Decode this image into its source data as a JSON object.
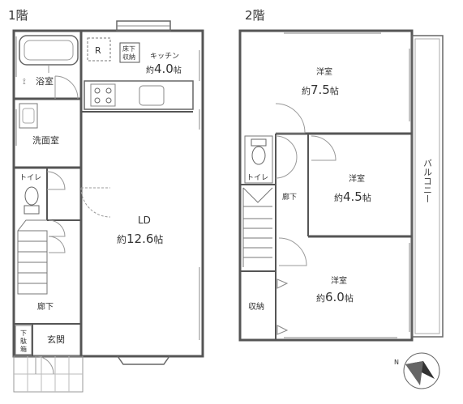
{
  "floors": {
    "first": {
      "title": "1階"
    },
    "second": {
      "title": "2階"
    }
  },
  "rooms": {
    "bath": "浴室",
    "washroom": "洗面室",
    "toilet1": "トイレ",
    "corridor1": "廊下",
    "entrance": "玄関",
    "shoe_box": "下駄箱",
    "kitchen": {
      "name": "キッチン",
      "prefix": "約",
      "size": "4.0",
      "unit": "帖"
    },
    "floor_storage": "床下収納",
    "fridge_mark": "R",
    "ld": {
      "name": "LD",
      "prefix": "約",
      "size": "12.6",
      "unit": "帖"
    },
    "room75": {
      "name": "洋室",
      "prefix": "約",
      "size": "7.5",
      "unit": "帖"
    },
    "room45": {
      "name": "洋室",
      "prefix": "約",
      "size": "4.5",
      "unit": "帖"
    },
    "room60": {
      "name": "洋室",
      "prefix": "約",
      "size": "6.0",
      "unit": "帖"
    },
    "toilet2": "トイレ",
    "corridor2": "廊下",
    "storage2": "収納",
    "balcony": "バルコニー"
  },
  "compass": {
    "label": "N"
  }
}
